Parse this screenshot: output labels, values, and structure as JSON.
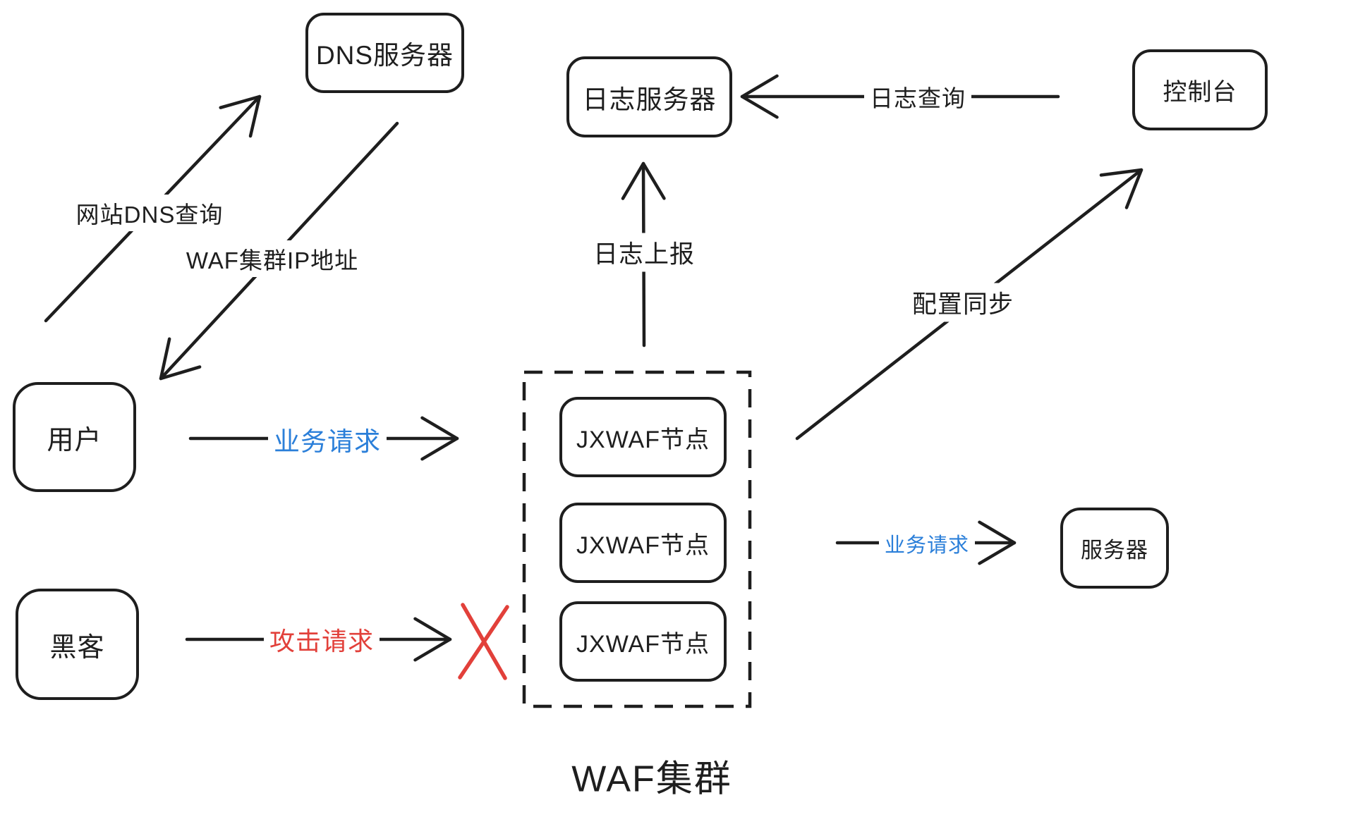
{
  "diagram": {
    "title": "WAF集群",
    "nodes": {
      "dns": "DNS服务器",
      "log": "日志服务器",
      "console": "控制台",
      "user": "用户",
      "hacker": "黑客",
      "server": "服务器",
      "waf_node_1": "JXWAF节点",
      "waf_node_2": "JXWAF节点",
      "waf_node_3": "JXWAF节点"
    },
    "edges": {
      "dns_query": "网站DNS查询",
      "waf_ip": "WAF集群IP地址",
      "business_request_user": "业务请求",
      "attack_request": "攻击请求",
      "log_report": "日志上报",
      "log_query": "日志查询",
      "config_sync": "配置同步",
      "business_request_server": "业务请求"
    },
    "colors": {
      "line": "#1e1e1e",
      "business_blue": "#2b7fd9",
      "attack_red": "#e2403a",
      "background": "#ffffff"
    }
  }
}
